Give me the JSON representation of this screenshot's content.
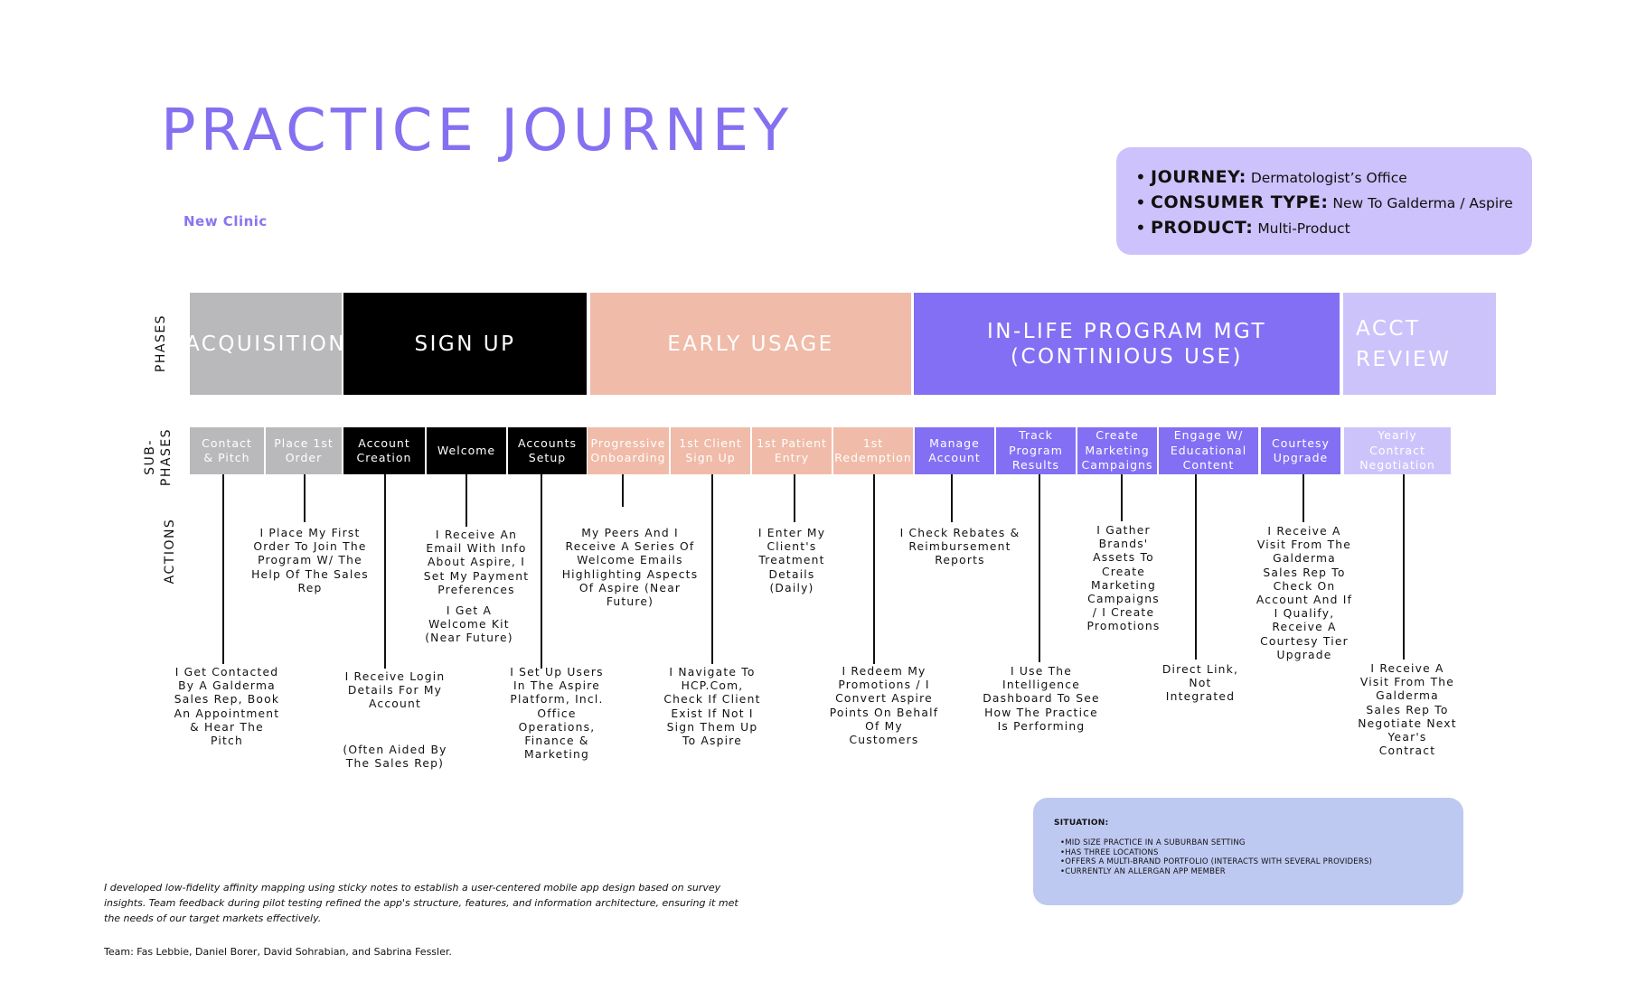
{
  "title": "PRACTICE JOURNEY",
  "subtitle": "New Clinic",
  "info": {
    "journey_label": "JOURNEY:",
    "journey_value": "Dermatologist’s Office",
    "consumer_label": "CONSUMER TYPE:",
    "consumer_value": "New To Galderma / Aspire",
    "product_label": "PRODUCT:",
    "product_value": "Multi-Product"
  },
  "row_labels": {
    "phases": "PHASES",
    "sub_phases": "SUB-\nPHASES",
    "actions": "ACTIONS"
  },
  "phases": [
    {
      "label": "ACQUISITION",
      "color": "#b9b9bb",
      "text_color": "#ffffff"
    },
    {
      "label": "SIGN UP",
      "color": "#000000",
      "text_color": "#ffffff"
    },
    {
      "label": "EARLY USAGE",
      "color": "#f0bba9",
      "text_color": "#ffffff"
    },
    {
      "label": "IN-LIFE PROGRAM MGT\n(CONTINIOUS USE)",
      "color": "#836ff4",
      "text_color": "#ffffff"
    },
    {
      "label": "ACCT\nREVIEW",
      "color": "#cdc3fb",
      "text_color": "#ffffff"
    }
  ],
  "sub_phases": [
    {
      "label": "Contact\n& Pitch",
      "color": "#b9b9bb",
      "text_color": "#ffffff"
    },
    {
      "label": "Place 1st\nOrder",
      "color": "#b9b9bb",
      "text_color": "#ffffff"
    },
    {
      "label": "Account\nCreation",
      "color": "#000000",
      "text_color": "#ffffff"
    },
    {
      "label": "Welcome",
      "color": "#000000",
      "text_color": "#ffffff"
    },
    {
      "label": "Accounts\nSetup",
      "color": "#000000",
      "text_color": "#ffffff"
    },
    {
      "label": "Progressive\nOnboarding",
      "color": "#f0bba9",
      "text_color": "#ffffff"
    },
    {
      "label": "1st Client\nSign Up",
      "color": "#f0bba9",
      "text_color": "#ffffff"
    },
    {
      "label": "1st Patient\nEntry",
      "color": "#f0bba9",
      "text_color": "#ffffff"
    },
    {
      "label": "1st\nRedemption",
      "color": "#f0bba9",
      "text_color": "#ffffff"
    },
    {
      "label": "Manage\nAccount",
      "color": "#836ff4",
      "text_color": "#ffffff"
    },
    {
      "label": "Track\nProgram\nResults",
      "color": "#836ff4",
      "text_color": "#ffffff"
    },
    {
      "label": "Create\nMarketing\nCampaigns",
      "color": "#836ff4",
      "text_color": "#ffffff"
    },
    {
      "label": "Engage W/\nEducational\nContent",
      "color": "#836ff4",
      "text_color": "#ffffff"
    },
    {
      "label": "Courtesy\nUpgrade",
      "color": "#836ff4",
      "text_color": "#ffffff"
    },
    {
      "label": "Yearly\nContract\nNegotiation",
      "color": "#cdc3fb",
      "text_color": "#ffffff"
    }
  ],
  "actions": {
    "contact_pitch": "I Get Contacted\nBy A Galderma\nSales Rep, Book\nAn Appointment\n& Hear The\nPitch",
    "place_order": "I Place My First\nOrder To Join The\nProgram W/ The\nHelp Of The Sales\nRep",
    "account_creation": "I  Receive Login\nDetails For My\nAccount",
    "account_creation_note": "(Often Aided By\nThe Sales Rep)",
    "welcome_email": "I Receive An\nEmail With Info\nAbout Aspire, I\nSet My Payment\nPreferences",
    "welcome_kit": "I Get A\nWelcome Kit\n(Near Future)",
    "accounts_setup": "I Set Up Users\nIn The Aspire\nPlatform, Incl.\nOffice\nOperations,\nFinance &\nMarketing",
    "onboarding": "My Peers And I\nReceive A Series Of\nWelcome Emails\nHighlighting Aspects\nOf Aspire (Near\nFuture)",
    "client_signup": "I Navigate To\nHCP.Com,\nCheck If Client\nExist If Not I\nSign Them Up\nTo Aspire",
    "patient_entry": "I Enter My\nClient's\nTreatment\nDetails\n(Daily)",
    "redemption": "I Redeem My\nPromotions / I\nConvert Aspire\nPoints On Behalf\nOf My\nCustomers",
    "manage_account": "I Check Rebates &\nReimbursement\nReports",
    "track_results": "I Use The\nIntelligence\nDashboard To See\nHow The Practice\nIs Performing",
    "marketing": "I Gather\nBrands'\nAssets To\nCreate\nMarketing\nCampaigns\n/ I Create\nPromotions",
    "educational": "Direct Link,\nNot\nIntegrated",
    "courtesy": "I Receive A\nVisit From The\nGalderma\nSales Rep To\nCheck On\nAccount And If\nI Qualify,\nReceive A\nCourtesy Tier\nUpgrade",
    "yearly": "I Receive A\nVisit From The\nGalderma\nSales Rep To\nNegotiate Next\nYear's\nContract"
  },
  "situation": {
    "title": "SITUATION:",
    "items": [
      "MID SIZE PRACTICE IN A SUBURBAN SETTING",
      "HAS THREE LOCATIONS",
      "OFFERS A MULTI-BRAND PORTFOLIO (INTERACTS WITH SEVERAL PROVIDERS)",
      "CURRENTLY AN ALLERGAN APP MEMBER"
    ]
  },
  "description": "I developed low-fidelity affinity mapping using sticky notes to establish a user-centered mobile app design based on survey insights. Team feedback during pilot testing refined the app's structure, features, and information architecture, ensuring it met the needs of our target markets effectively.",
  "team": "Team: Fas Lebbie, Daniel Borer, David Sohrabian, and Sabrina Fessler."
}
